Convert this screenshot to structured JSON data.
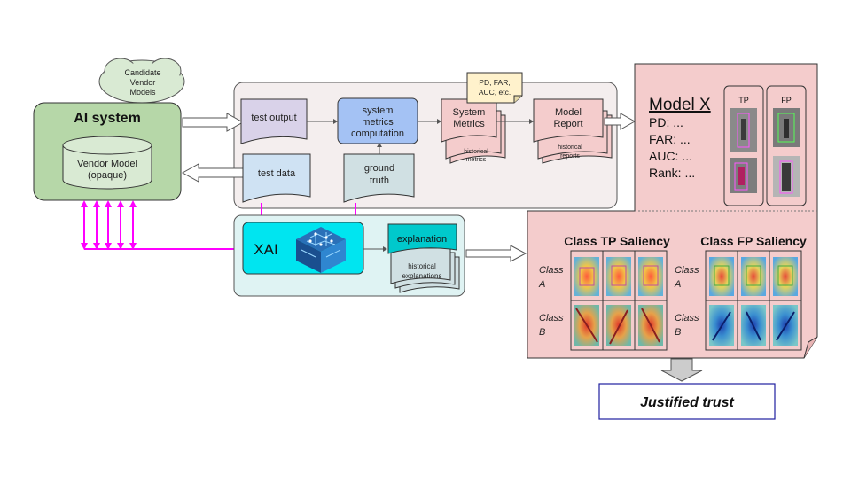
{
  "cloud": {
    "line1": "Candidate",
    "line2": "Vendor",
    "line3": "Models"
  },
  "ai_system": {
    "title": "AI system",
    "model_line1": "Vendor Model",
    "model_line2": "(opaque)"
  },
  "pipeline": {
    "test_output": "test output",
    "test_data": "test data",
    "metrics_line1": "system",
    "metrics_line2": "metrics",
    "metrics_line3": "computation",
    "ground_truth_line1": "ground",
    "ground_truth_line2": "truth",
    "sys_metrics_line1": "System",
    "sys_metrics_line2": "Metrics",
    "hist_metrics_line1": "historical",
    "hist_metrics_line2": "metrics",
    "note_line1": "PD, FAR,",
    "note_line2": "AUC, etc.",
    "report_line1": "Model",
    "report_line2": "Report",
    "hist_reports_line1": "historical",
    "hist_reports_line2": "reports"
  },
  "xai": {
    "label": "XAI",
    "explanation": "explanation",
    "hist_expl_line1": "historical",
    "hist_expl_line2": "explanations"
  },
  "model_card": {
    "title": "Model X",
    "pd": "PD: ...",
    "far": "FAR: ...",
    "auc": "AUC: ...",
    "rank": "Rank: ...",
    "tp_label": "TP",
    "fp_label": "FP"
  },
  "saliency": {
    "tp_title": "Class TP Saliency",
    "fp_title": "Class FP Saliency",
    "class_a_line1": "Class",
    "class_a_line2": "A",
    "class_b_line1": "Class",
    "class_b_line2": "B"
  },
  "outcome": {
    "label": "Justified trust"
  },
  "colors": {
    "ai_green": "#b6d7a8",
    "cloud_green": "#d9ead3",
    "pipeline_bg": "#f4eeee",
    "purple": "#d9d2e9",
    "blue": "#a4c2f4",
    "light_blue": "#cfe2f3",
    "gray_green": "#d0e0e3",
    "pink": "#f4cccc",
    "note": "#fff2cc",
    "xai_bg": "#dff3f3",
    "cyan": "#00e5f0",
    "teal": "#00c9cc",
    "magenta": "#ff00ff",
    "trust_border": "#1f1f9f"
  }
}
